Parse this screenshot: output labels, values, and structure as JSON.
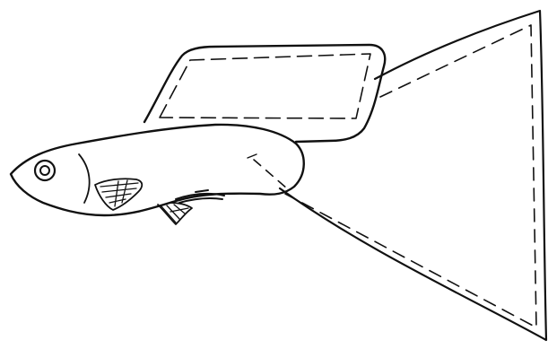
{
  "figure": {
    "subject": "guppy-line-drawing",
    "style": "black-ink-line-art",
    "background": "#ffffff",
    "ink_color": "#111111",
    "parts": [
      "body",
      "eye",
      "gill",
      "pectoral-fin",
      "pelvic-fin",
      "dorsal-fin",
      "caudal-fin"
    ]
  }
}
